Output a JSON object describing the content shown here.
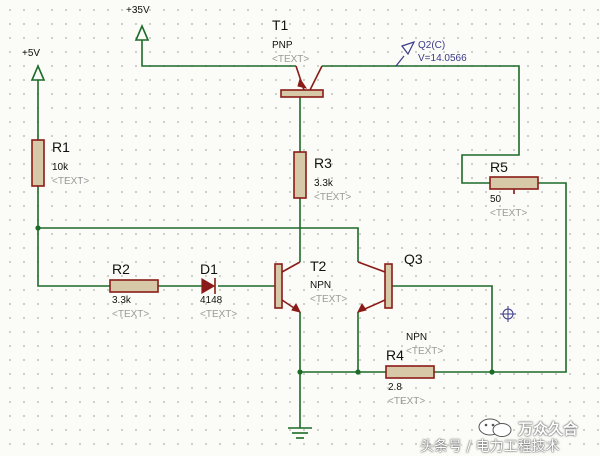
{
  "supplies": {
    "v35": "+35V",
    "v5": "+5V"
  },
  "components": {
    "t1": {
      "ref": "T1",
      "type": "PNP",
      "text": "<TEXT>"
    },
    "t2": {
      "ref": "T2",
      "type": "NPN",
      "text": "<TEXT>"
    },
    "q3": {
      "ref": "Q3",
      "type": "NPN",
      "text": "<TEXT>"
    },
    "r1": {
      "ref": "R1",
      "value": "10k",
      "text": "<TEXT>"
    },
    "r2": {
      "ref": "R2",
      "value": "3.3k",
      "text": "<TEXT>"
    },
    "r3": {
      "ref": "R3",
      "value": "3.3k",
      "text": "<TEXT>"
    },
    "r4": {
      "ref": "R4",
      "value": "2.8",
      "text": "<TEXT>"
    },
    "r5": {
      "ref": "R5",
      "value": "50",
      "text": "<TEXT>"
    },
    "d1": {
      "ref": "D1",
      "value": "4148",
      "text": "<TEXT>"
    }
  },
  "probe": {
    "name": "Q2(C)",
    "reading": "V=14.0566"
  },
  "watermark": {
    "source": "头条号 / 电力工程技术",
    "brand": "万众久合"
  },
  "colors": {
    "wire": "#1d6b28",
    "component_outline": "#8a1b18",
    "component_fill": "#d7c9a8",
    "label": "#111111",
    "placeholder": "#9a9a9a",
    "probe": "#3a3a8a"
  }
}
